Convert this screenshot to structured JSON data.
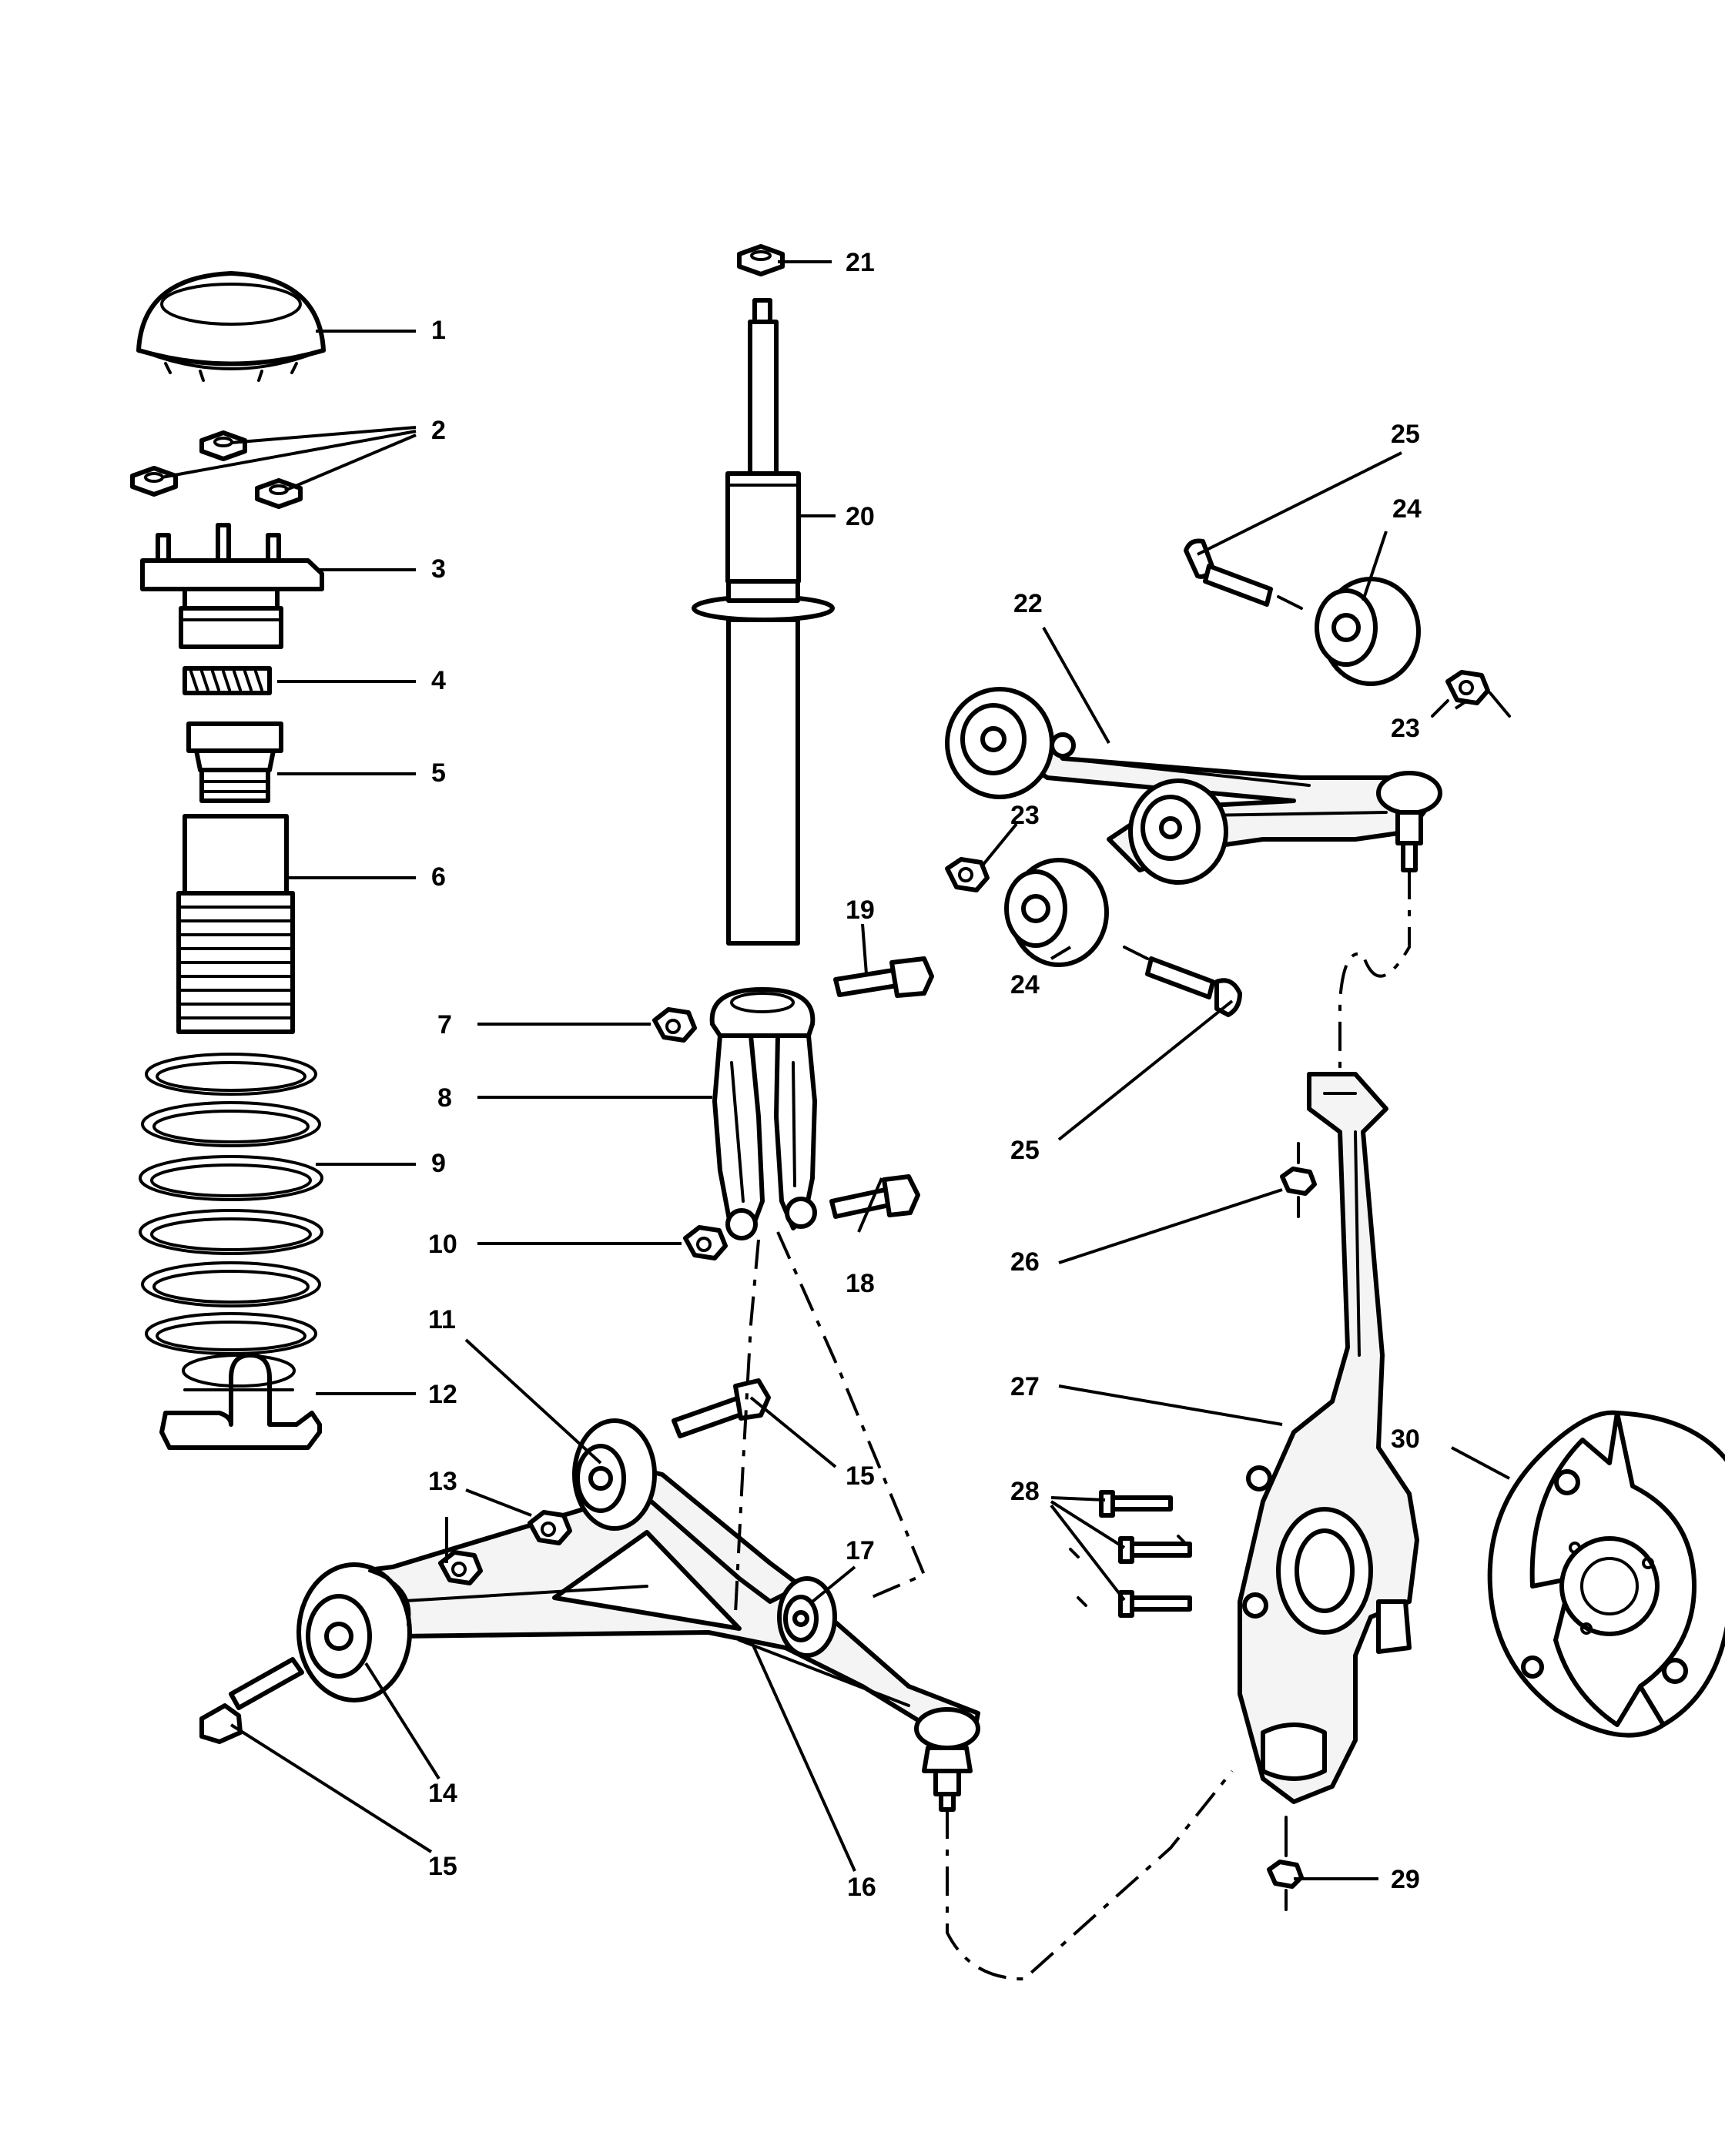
{
  "diagram": {
    "callouts": {
      "c1": "1",
      "c2": "2",
      "c3": "3",
      "c4": "4",
      "c5": "5",
      "c6": "6",
      "c7": "7",
      "c8": "8",
      "c9": "9",
      "c10": "10",
      "c11": "11",
      "c12": "12",
      "c13": "13",
      "c14": "14",
      "c15a": "15",
      "c15b": "15",
      "c16": "16",
      "c17": "17",
      "c18": "18",
      "c19": "19",
      "c20": "20",
      "c21": "21",
      "c22": "22",
      "c23a": "23",
      "c23b": "23",
      "c24a": "24",
      "c24b": "24",
      "c25a": "25",
      "c25b": "25",
      "c26": "26",
      "c27": "27",
      "c28": "28",
      "c29": "29",
      "c30": "30"
    }
  }
}
